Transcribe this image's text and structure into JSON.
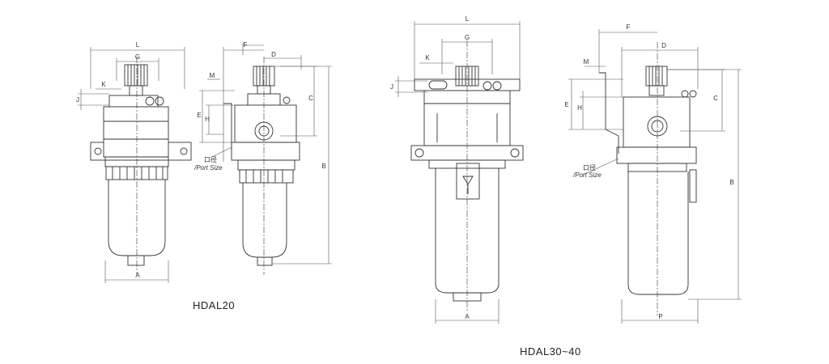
{
  "captions": {
    "left": "HDAL20",
    "right": "HDAL30~40"
  },
  "labels": {
    "L": "L",
    "G": "G",
    "K": "K",
    "J": "J",
    "A": "A",
    "B": "B",
    "C": "C",
    "D": "D",
    "E": "E",
    "F": "F",
    "H": "H",
    "M": "M",
    "P": "P"
  },
  "port_label": {
    "cn": "口径",
    "en": "/Port Size"
  }
}
